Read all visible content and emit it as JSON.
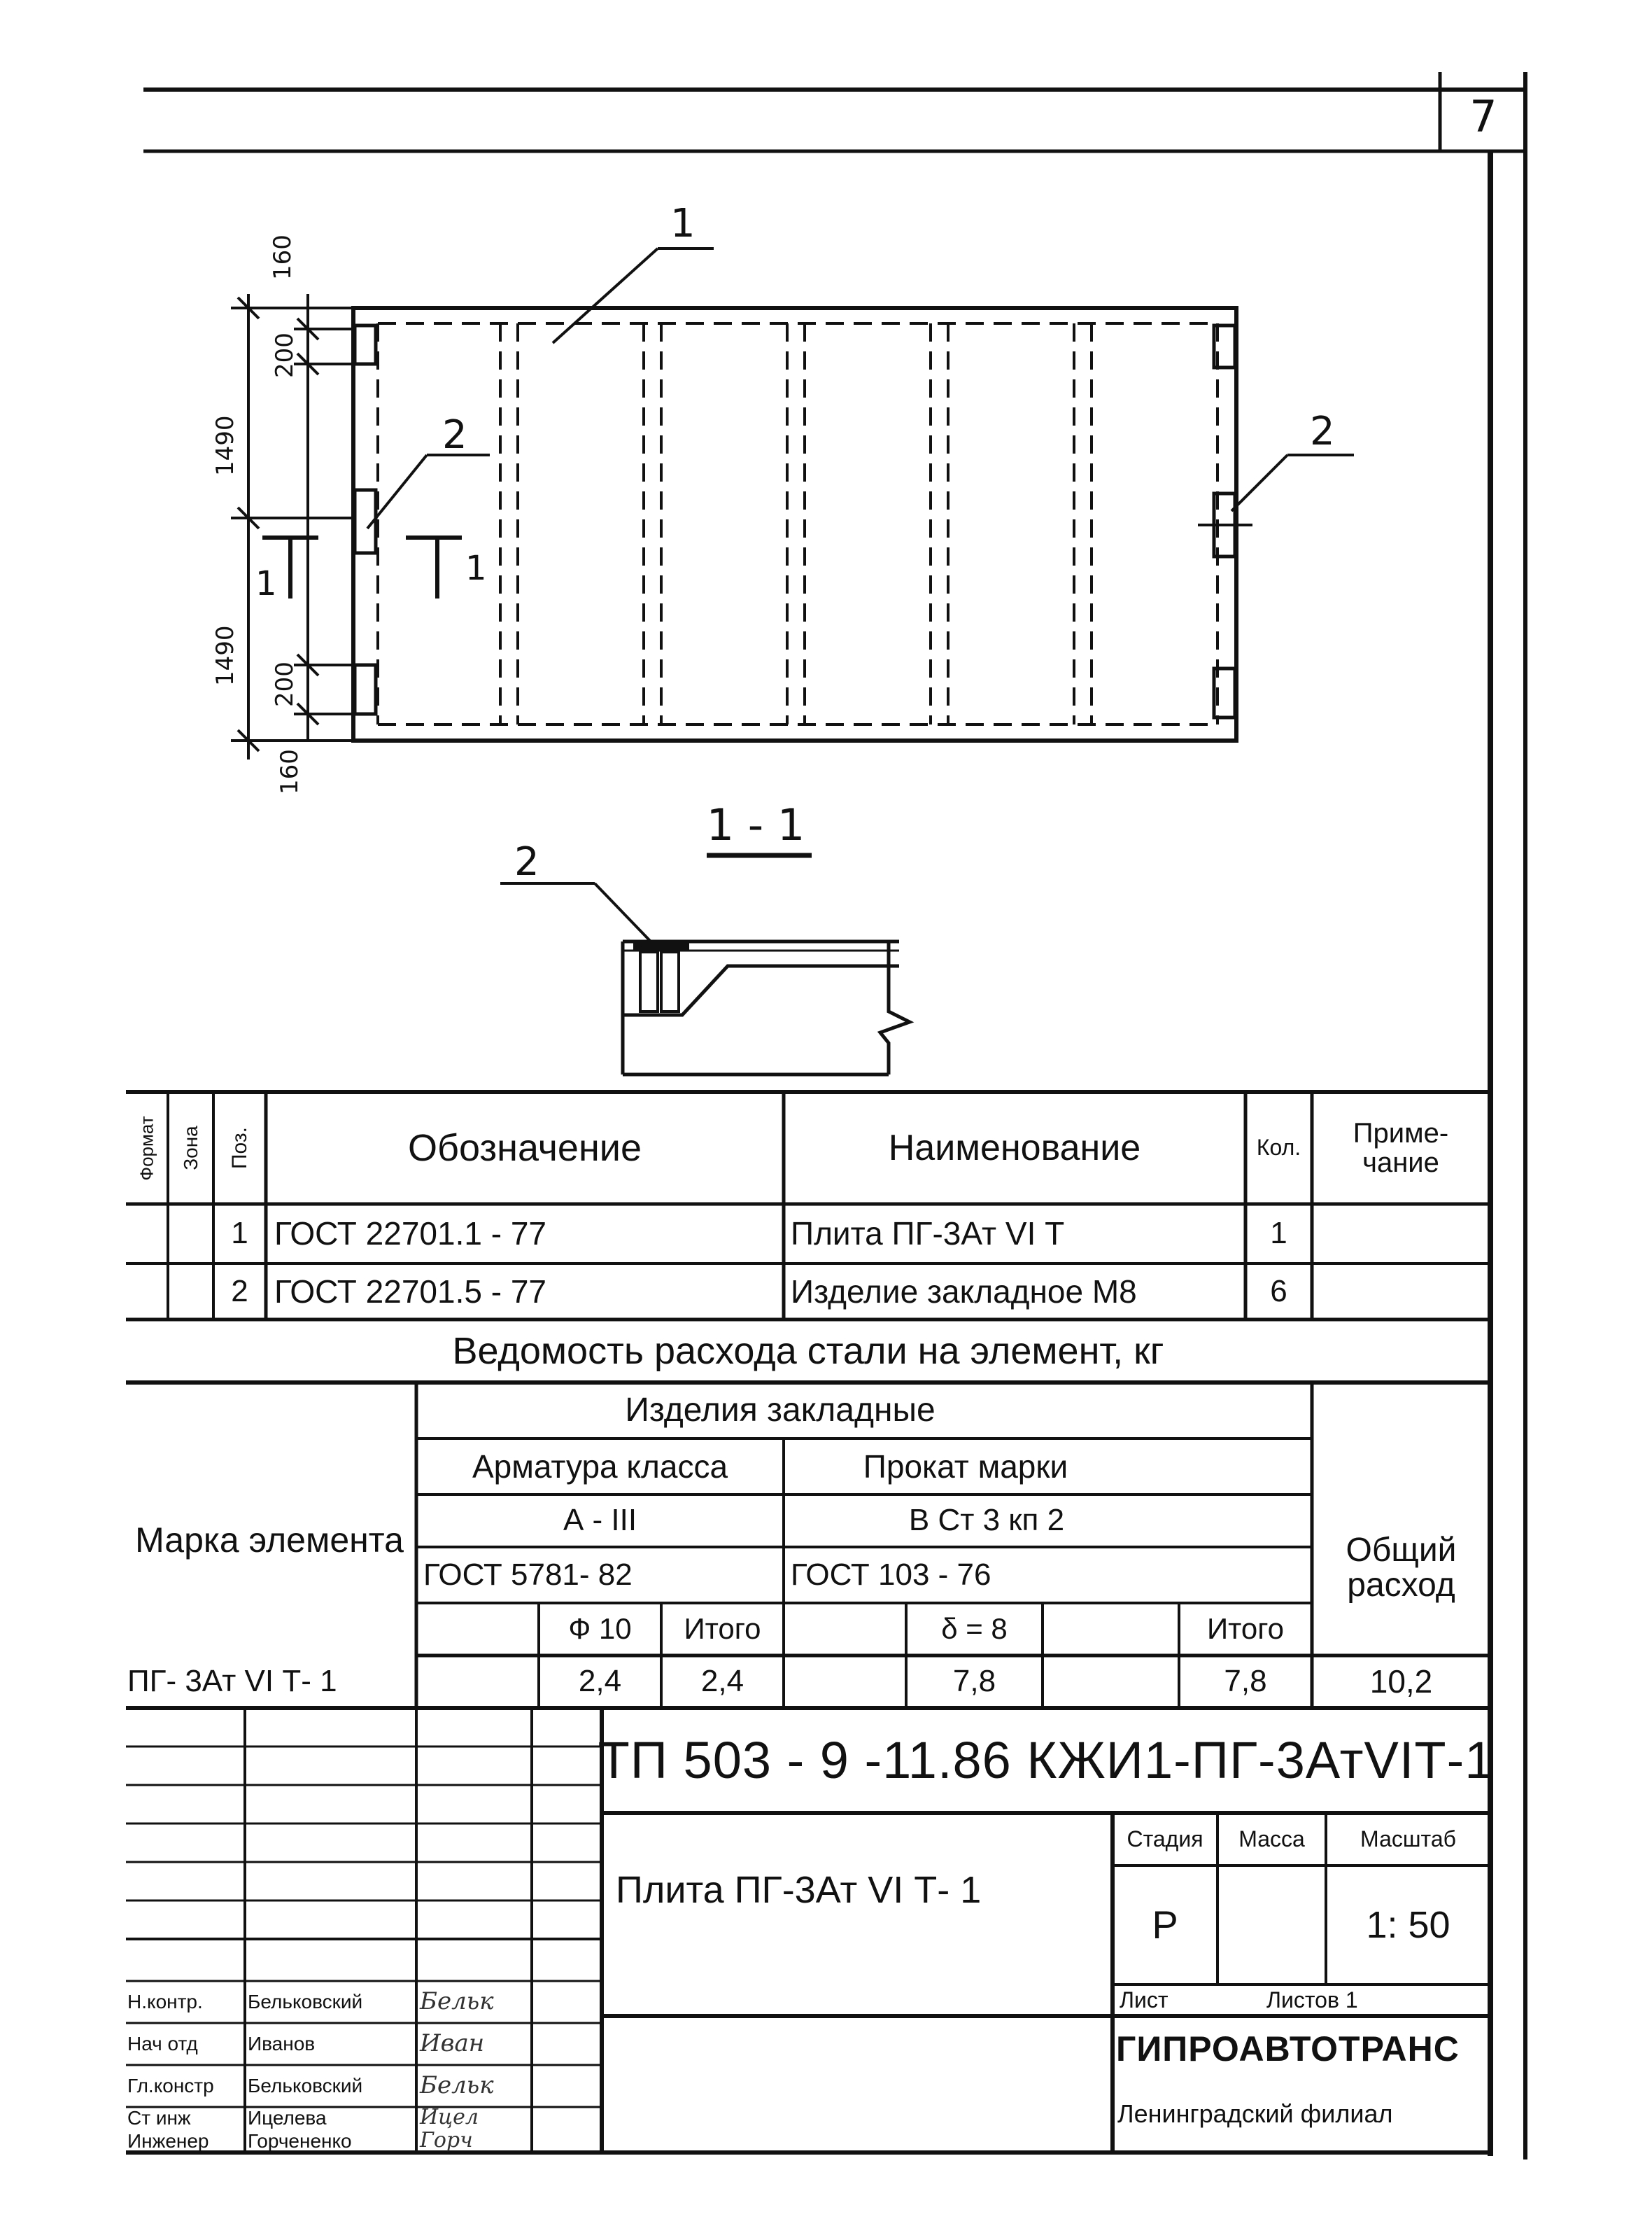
{
  "sheet_number": "7",
  "plan": {
    "dim_160_top": "160",
    "dim_200_top": "200",
    "dim_1490_top": "1490",
    "dim_1490_bottom": "1490",
    "dim_200_bottom": "200",
    "dim_160_bottom": "160",
    "callout_1": "1",
    "callout_2_left": "2",
    "callout_2_right": "2",
    "section_mark_left": "1",
    "section_mark_right": "1"
  },
  "section": {
    "title": "1 - 1",
    "callout_2": "2"
  },
  "spec": {
    "headers": {
      "format": "Формат",
      "zone": "Зона",
      "pos": "Поз.",
      "designation": "Обозначение",
      "name": "Наименование",
      "qty": "Кол.",
      "note": "Приме-чание"
    },
    "rows": [
      {
        "pos": "1",
        "designation": "ГОСТ 22701.1 - 77",
        "name": "Плита ПГ-3Ат VI Т",
        "qty": "1"
      },
      {
        "pos": "2",
        "designation": "ГОСТ 22701.5 - 77",
        "name": "Изделие закладное М8",
        "qty": "6"
      }
    ]
  },
  "steel": {
    "title": "Ведомость расхода стали на элемент, кг",
    "mark_label": "Марка элемента",
    "embedded": "Изделия закладные",
    "rebar_class": "Арматура класса",
    "rolled_grade": "Прокат марки",
    "rebar_type": "А - III",
    "rolled_type": "В Ст 3 кп 2",
    "rebar_gost": "ГОСТ 5781- 82",
    "rolled_gost": "ГОСТ 103 - 76",
    "total_label": "Общий расход",
    "phi10": "Ф 10",
    "itogo1": "Итого",
    "delta8": "δ = 8",
    "itogo2": "Итого",
    "row": {
      "mark": "ПГ- 3Ат VI Т- 1",
      "phi10": "2,4",
      "itogo1": "2,4",
      "delta8": "7,8",
      "itogo2": "7,8",
      "total": "10,2"
    }
  },
  "title_block": {
    "doc_code": "ТП 503 - 9 -11.86 КЖИ1-ПГ-3АтVIТ-1",
    "drawing_name": "Плита ПГ-3Ат VI Т- 1",
    "stage_label": "Стадия",
    "mass_label": "Масса",
    "scale_label": "Масштаб",
    "stage": "Р",
    "scale": "1: 50",
    "sheet_label": "Лист",
    "sheets_label": "Листов 1",
    "org": "ГИПРОАВТОТРАНС",
    "branch": "Ленинградский филиал",
    "signatures": [
      {
        "role": "Н.контр.",
        "name": "Бельковский",
        "sign": "Бельк"
      },
      {
        "role": "Нач отд",
        "name": "Иванов",
        "sign": "Иван"
      },
      {
        "role": "Гл.констр",
        "name": "Бельковский",
        "sign": "Бельк"
      },
      {
        "role": "Ст инж",
        "name": "Ицелева",
        "sign": "Ицел"
      },
      {
        "role": "Инженер",
        "name": "Горчененко",
        "sign": "Горч"
      }
    ]
  }
}
